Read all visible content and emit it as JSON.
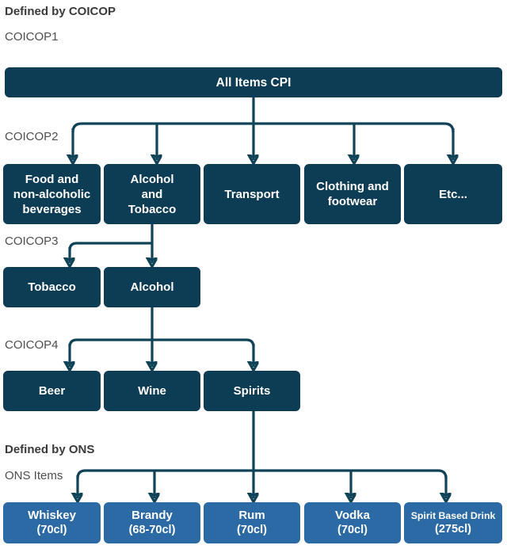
{
  "colors": {
    "dark_box": "#0d3c55",
    "light_box": "#2b6aa4",
    "connector": "#114358",
    "heading_text": "#3b3b3b",
    "label_text": "#4f4f4f",
    "box_text": "#ffffff"
  },
  "coicop_section": {
    "heading": "Defined by COICOP",
    "level1_label": "COICOP1",
    "level2_label": "COICOP2",
    "level3_label": "COICOP3",
    "level4_label": "COICOP4"
  },
  "ons_section": {
    "heading": "Defined by ONS",
    "items_label": "ONS Items"
  },
  "tree": {
    "root": "All Items CPI",
    "coicop2": [
      "Food and\nnon-alcoholic\nbeverages",
      "Alcohol\nand\nTobacco",
      "Transport",
      "Clothing and\nfootwear",
      "Etc..."
    ],
    "coicop3": [
      "Tobacco",
      "Alcohol"
    ],
    "coicop4": [
      "Beer",
      "Wine",
      "Spirits"
    ],
    "ons_items": [
      {
        "name": "Whiskey",
        "size": "(70cl)"
      },
      {
        "name": "Brandy",
        "size": "(68-70cl)"
      },
      {
        "name": "Rum",
        "size": "(70cl)"
      },
      {
        "name": "Vodka",
        "size": "(70cl)"
      },
      {
        "name": "Spirit Based Drink",
        "size": "(275cl)"
      }
    ]
  }
}
